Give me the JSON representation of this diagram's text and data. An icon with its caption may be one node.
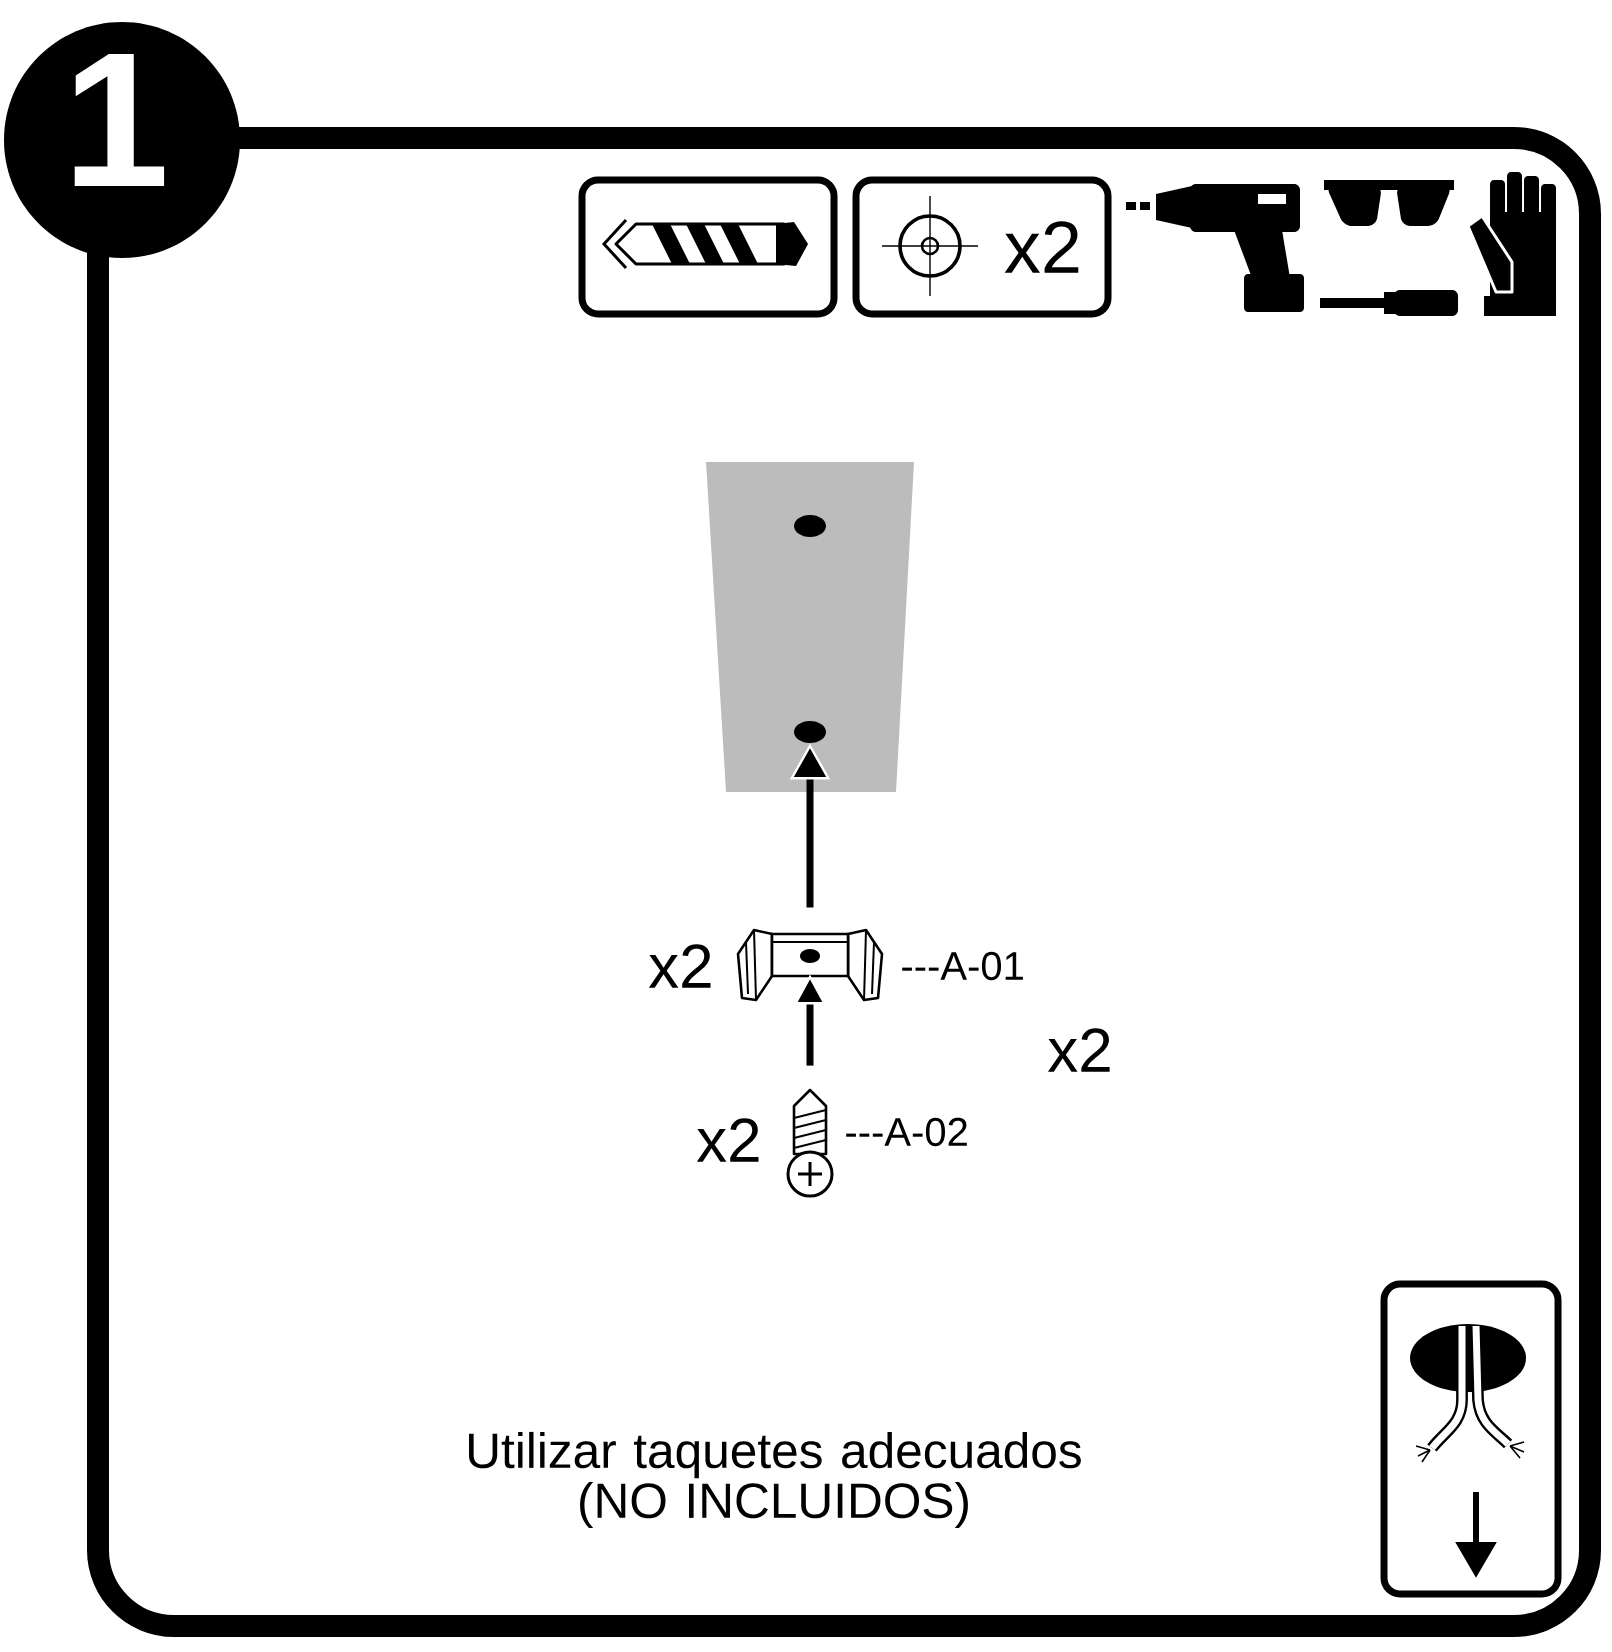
{
  "diagram": {
    "nodes": [
      {
        "text": [
          "1"
        ]
      },
      {
        "text": [],
        "shape": "box"
      },
      {
        "text": [
          "x2"
        ]
      },
      {
        "text": [],
        "shape": "picture"
      },
      {
        "text": [],
        "shape": "circle",
        "in": 3
      },
      {
        "text": [],
        "shape": "circle",
        "in": 3
      },
      {
        "text": [],
        "shape": "picture",
        "beside": [
          "x2",
          "---A-01"
        ]
      },
      {
        "text": [],
        "shape": "picture",
        "beside": [
          "x2",
          "---A-02"
        ]
      },
      {
        "text": [],
        "shape": "box"
      }
    ],
    "edges": [
      {
        "from": 6,
        "to": 5,
        "arrow": "to"
      },
      {
        "from": 7,
        "to": 6,
        "arrow": "to"
      }
    ],
    "labels": [
      "x2",
      "Utilizar taquetes adecuados (NO INCLUIDOS)"
    ]
  }
}
